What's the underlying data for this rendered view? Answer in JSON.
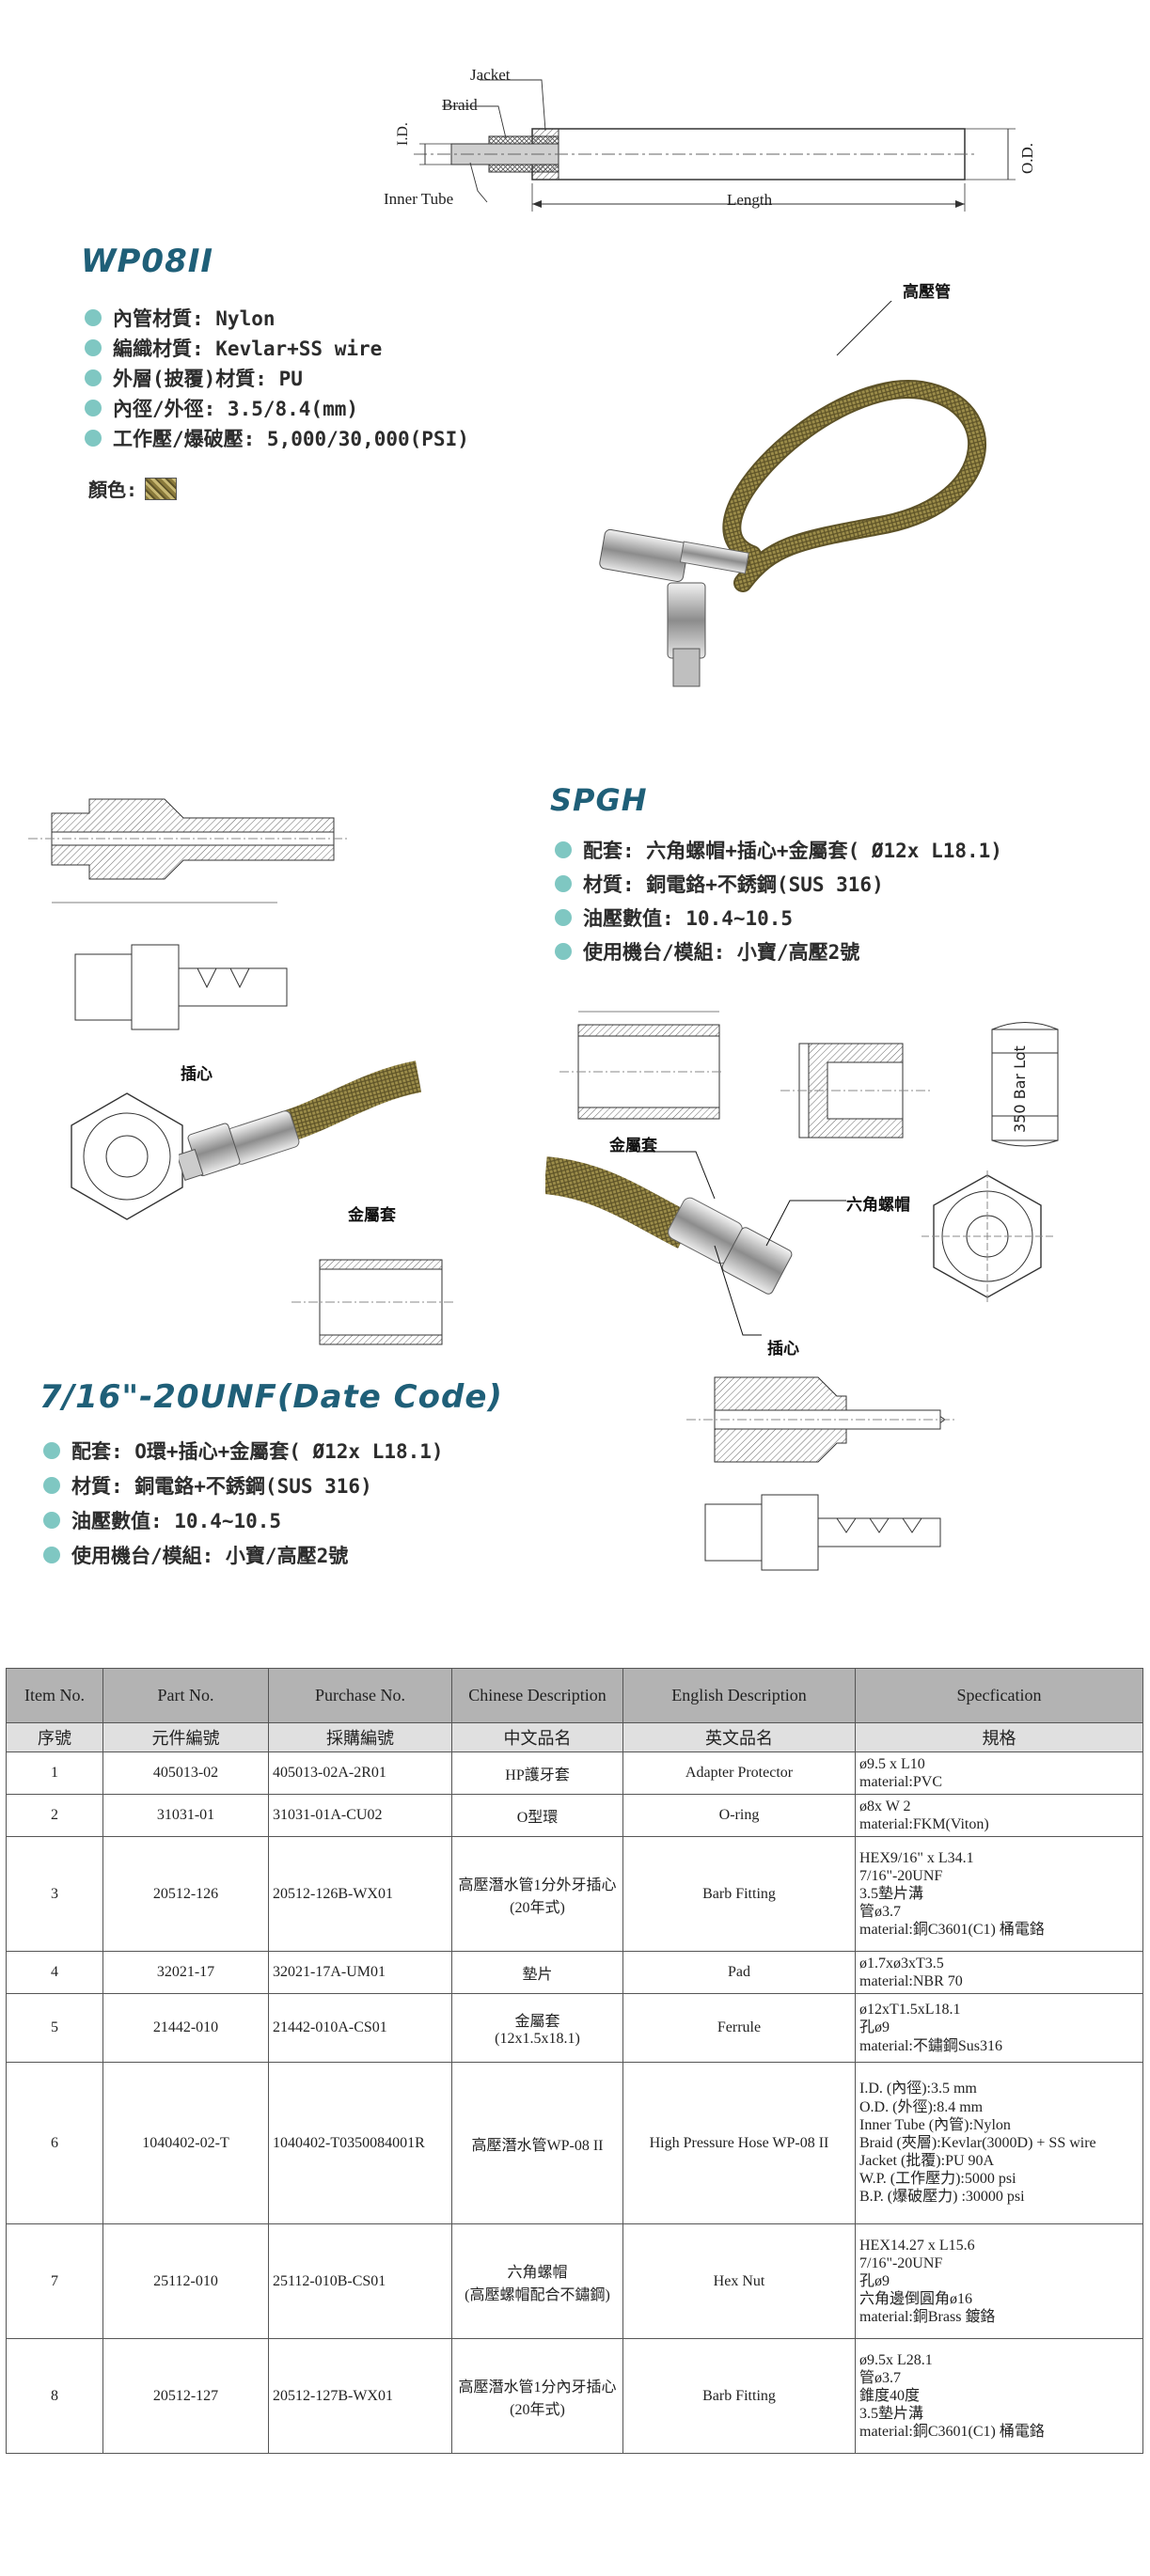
{
  "hose_diagram": {
    "jacket_label": "Jacket",
    "braid_label": "Braid",
    "inner_tube_label": "Inner Tube",
    "id_label": "I.D.",
    "od_label": "O.D.",
    "length_label": "Length"
  },
  "wp08ii": {
    "title": "WP08II",
    "bullets": [
      "內管材質: Nylon",
      "編織材質: Kevlar+SS wire",
      "外層(披覆)材質: PU",
      "內徑/外徑: 3.5/8.4(mm)",
      "工作壓/爆破壓: 5,000/30,000(PSI)"
    ],
    "color_label": "顏色:",
    "photo_callout": "高壓管"
  },
  "spgh": {
    "title": "SPGH",
    "bullets": [
      "配套: 六角螺帽+插心+金屬套( Ø12x L18.1)",
      "材質: 銅電鉻+不銹鋼(SUS 316)",
      "油壓數值: 10.4~10.5",
      "使用機台/模組: 小寶/高壓2號"
    ],
    "callouts": [
      "金屬套",
      "六角螺帽",
      "插心"
    ],
    "nut_text": "350 Bar Lot"
  },
  "unf": {
    "title": "7/16\"-20UNF(Date Code)",
    "bullets": [
      "配套: O環+插心+金屬套( Ø12x L18.1)",
      "材質: 銅電鉻+不銹鋼(SUS 316)",
      "油壓數值: 10.4~10.5",
      "使用機台/模組: 小寶/高壓2號"
    ],
    "callouts": [
      "插心",
      "金屬套"
    ]
  },
  "table": {
    "headers": [
      "Item No.",
      "Part No.",
      "Purchase No.",
      "Chinese Description",
      "English Description",
      "Specfication"
    ],
    "subheaders": [
      "序號",
      "元件編號",
      "採購編號",
      "中文品名",
      "英文品名",
      "規格"
    ],
    "rows": [
      {
        "item": "1",
        "part": "405013-02",
        "purchase": "405013-02A-2R01",
        "chinese": "HP護牙套",
        "english": "Adapter Protector",
        "spec": [
          "ø9.5 x L10",
          "material:PVC"
        ]
      },
      {
        "item": "2",
        "part": "31031-01",
        "purchase": "31031-01A-CU02",
        "chinese": "O型環",
        "english": "O-ring",
        "spec": [
          "ø8x W 2",
          "material:FKM(Viton)"
        ]
      },
      {
        "item": "3",
        "part": "20512-126",
        "purchase": "20512-126B-WX01",
        "chinese": "高壓潛水管1分外牙插心\n(20年式)",
        "english": "Barb Fitting",
        "spec": [
          "HEX9/16\" x L34.1",
          "7/16\"-20UNF",
          "3.5墊片溝",
          "管ø3.7",
          "material:銅C3601(C1) 桶電鉻"
        ]
      },
      {
        "item": "4",
        "part": "32021-17",
        "purchase": "32021-17A-UM01",
        "chinese": "墊片",
        "english": "Pad",
        "spec": [
          "ø1.7xø3xT3.5",
          "material:NBR 70"
        ]
      },
      {
        "item": "5",
        "part": "21442-010",
        "purchase": "21442-010A-CS01",
        "chinese": "金屬套\n(12x1.5x18.1)",
        "english": "Ferrule",
        "spec": [
          "ø12xT1.5xL18.1",
          "孔ø9",
          "material:不鏽鋼Sus316"
        ]
      },
      {
        "item": "6",
        "part": "1040402-02-T",
        "purchase": "1040402-T0350084001R",
        "chinese": "高壓潛水管WP-08 II",
        "english": "High Pressure Hose WP-08 II",
        "spec": [
          "I.D. (內徑):3.5 mm",
          "O.D. (外徑):8.4 mm",
          "Inner Tube (內管):Nylon",
          "Braid (夾層):Kevlar(3000D) + SS wire",
          "Jacket (批覆):PU 90A",
          "W.P. (工作壓力):5000 psi",
          "B.P. (爆破壓力) :30000 psi"
        ]
      },
      {
        "item": "7",
        "part": "25112-010",
        "purchase": "25112-010B-CS01",
        "chinese": "六角螺帽\n(高壓螺帽配合不鏽鋼)",
        "english": "Hex Nut",
        "spec": [
          "HEX14.27 x L15.6",
          "7/16\"-20UNF",
          "孔ø9",
          "六角邊倒圓角ø16",
          "material:銅Brass 鍍鉻"
        ]
      },
      {
        "item": "8",
        "part": "20512-127",
        "purchase": "20512-127B-WX01",
        "chinese": "高壓潛水管1分內牙插心\n(20年式)",
        "english": "Barb Fitting",
        "spec": [
          "ø9.5x L28.1",
          "管ø3.7",
          "錐度40度",
          "3.5墊片溝",
          "material:銅C3601(C1) 桶電鉻"
        ]
      }
    ]
  },
  "colors": {
    "title": "#1f5f78",
    "bullet": "#7fc7c2",
    "header_bg": "#b3b3b3",
    "subheader_bg": "#e0e0e0",
    "braid": "#9c8d4a"
  }
}
